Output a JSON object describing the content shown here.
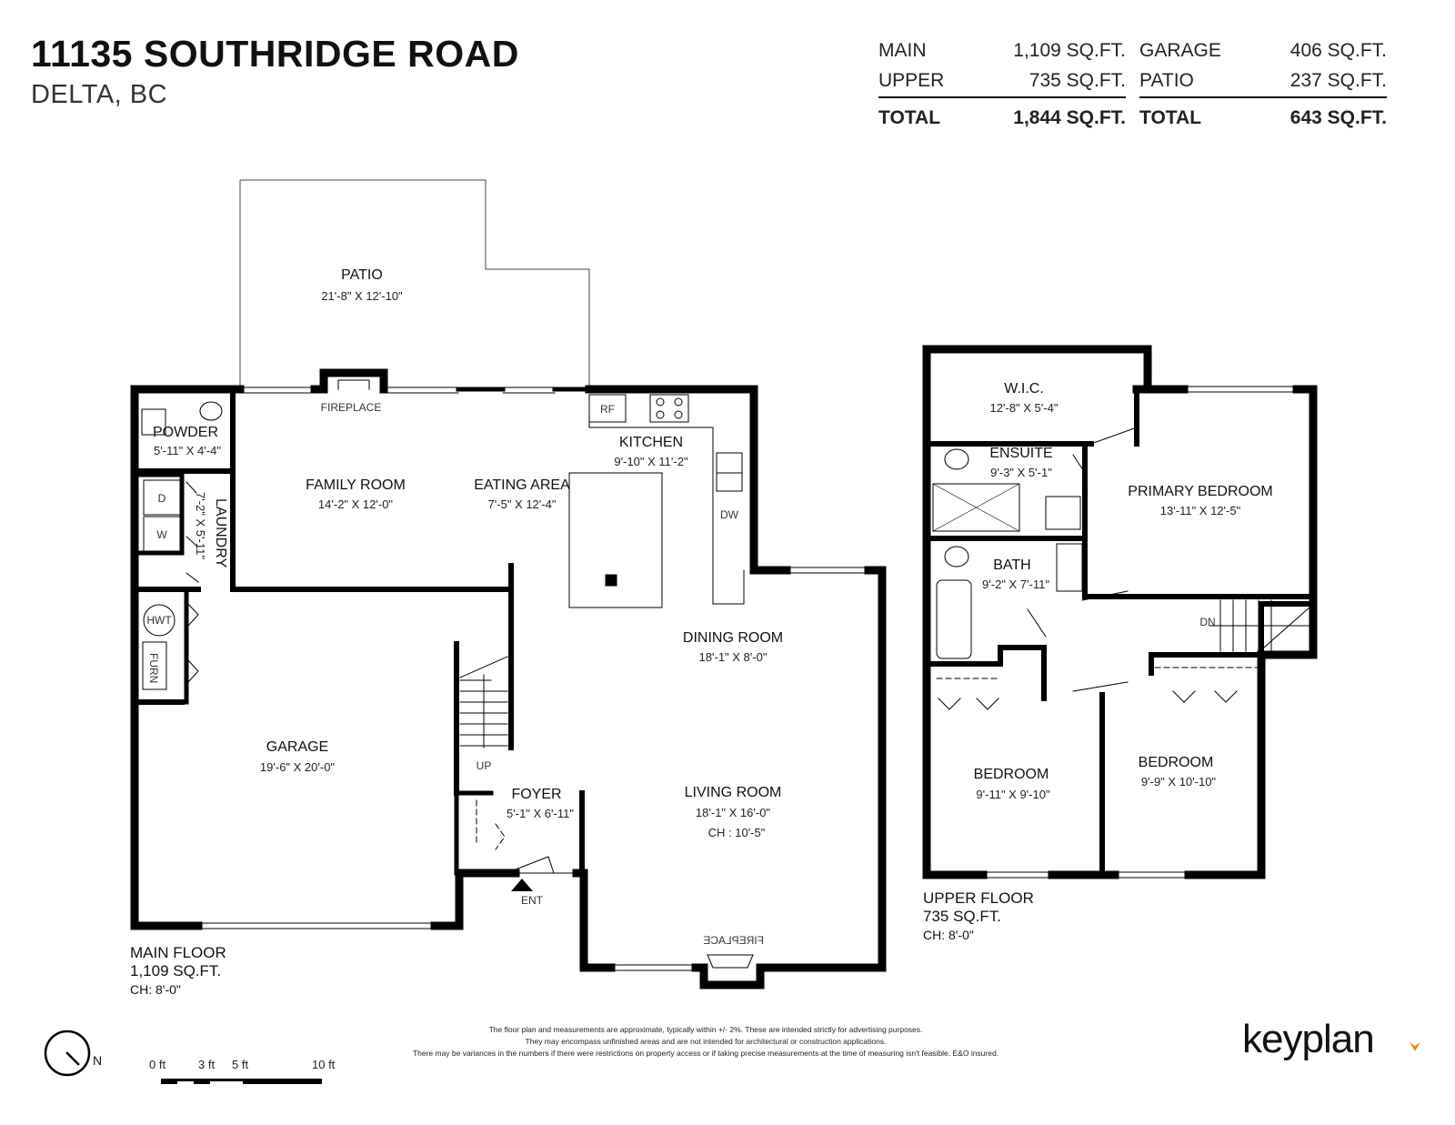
{
  "header": {
    "address": "11135 SOUTHRIDGE ROAD",
    "city": "DELTA, BC"
  },
  "areas": {
    "left": {
      "rows": [
        {
          "label": "MAIN",
          "value": "1,109 SQ.FT."
        },
        {
          "label": "UPPER",
          "value": "735 SQ.FT."
        }
      ],
      "total_label": "TOTAL",
      "total_value": "1,844 SQ.FT."
    },
    "right": {
      "rows": [
        {
          "label": "GARAGE",
          "value": "406 SQ.FT."
        },
        {
          "label": "PATIO",
          "value": "237 SQ.FT."
        }
      ],
      "total_label": "TOTAL",
      "total_value": "643 SQ.FT."
    }
  },
  "main_floor": {
    "label": "MAIN FLOOR",
    "area": "1,109 SQ.FT.",
    "ceiling": "CH: 8'-0\"",
    "rooms": {
      "patio": {
        "name": "PATIO",
        "dim": "21'-8\" X 12'-10\""
      },
      "powder": {
        "name": "POWDER",
        "dim": "5'-11\" X 4'-4\""
      },
      "laundry": {
        "name": "LAUNDRY",
        "dim": "7'-2\" X 5'-11\""
      },
      "family": {
        "name": "FAMILY ROOM",
        "dim": "14'-2\" X 12'-0\""
      },
      "eating": {
        "name": "EATING AREA",
        "dim": "7'-5\" X 12'-4\""
      },
      "kitchen": {
        "name": "KITCHEN",
        "dim": "9'-10\" X 11'-2\""
      },
      "dining": {
        "name": "DINING ROOM",
        "dim": "18'-1\" X 8'-0\""
      },
      "garage": {
        "name": "GARAGE",
        "dim": "19'-6\" X 20'-0\""
      },
      "foyer": {
        "name": "FOYER",
        "dim": "5'-1\" X 6'-11\""
      },
      "living": {
        "name": "LIVING ROOM",
        "dim": "18'-1\" X 16'-0\"",
        "ceiling": "CH : 10'-5\""
      }
    },
    "labels": {
      "fireplace_top": "FIREPLACE",
      "fireplace_bottom": "FIREPLACE",
      "rf": "RF",
      "dw": "DW",
      "dryer": "D",
      "washer": "W",
      "hwt": "HWT",
      "furn": "FURN",
      "up": "UP",
      "ent": "ENT"
    }
  },
  "upper_floor": {
    "label": "UPPER FLOOR",
    "area": "735 SQ.FT.",
    "ceiling": "CH: 8'-0\"",
    "rooms": {
      "wic": {
        "name": "W.I.C.",
        "dim": "12'-8\" X 5'-4\""
      },
      "ensuite": {
        "name": "ENSUITE",
        "dim": "9'-3\" X 5'-1\""
      },
      "primary": {
        "name": "PRIMARY BEDROOM",
        "dim": "13'-11\" X 12'-5\""
      },
      "bath": {
        "name": "BATH",
        "dim": "9'-2\" X 7'-11\""
      },
      "bedroom1": {
        "name": "BEDROOM",
        "dim": "9'-11\" X 9'-10\""
      },
      "bedroom2": {
        "name": "BEDROOM",
        "dim": "9'-9\" X 10'-10\""
      }
    },
    "labels": {
      "dn": "DN"
    }
  },
  "scale": {
    "labels": [
      "0 ft",
      "3 ft",
      "5 ft",
      "10 ft"
    ]
  },
  "compass": {
    "north": "N"
  },
  "disclaimer": [
    "The floor plan and measurements are approximate, typically within +/- 2%. These are intended strictly for advertising purposes.",
    "They may encompass unfinished areas and are not intended for architectural or construction applications.",
    "There may be variances in the numbers if there were restrictions on property access or if taking precise measurements at the time of measuring isn't feasible. E&O insured."
  ],
  "brand": {
    "name": "keyplan",
    "accent_color": "#f08a24"
  }
}
